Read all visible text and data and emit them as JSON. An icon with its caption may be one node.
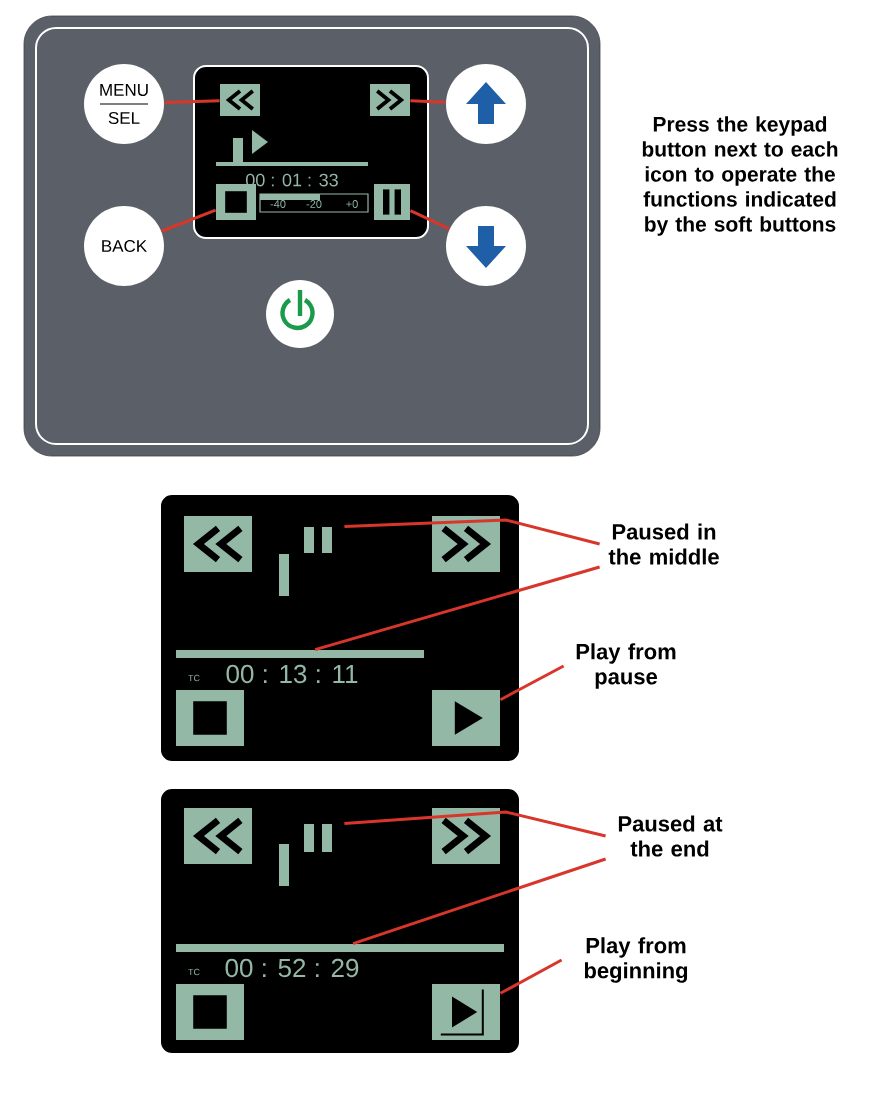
{
  "diagram": {
    "nodes": [
      {
        "text": [
          "MENU",
          "SEL"
        ]
      },
      {
        "text": [],
        "shape": "box"
      },
      {
        "text": [],
        "shape": "box"
      },
      {
        "text": [],
        "shape": "circle"
      },
      {
        "text": [
          "BACK"
        ]
      },
      {
        "text": [],
        "shape": "box"
      },
      {
        "text": [],
        "shape": "box"
      },
      {
        "text": [],
        "shape": "circle"
      },
      {
        "text": [
          "Paused in the middle"
        ]
      },
      {
        "text": [],
        "shape": "bar"
      },
      {
        "text": [],
        "shape": "bar"
      },
      {
        "text": [
          "Play from pause"
        ]
      },
      {
        "text": [],
        "shape": "box"
      },
      {
        "text": [
          "Paused at the end"
        ]
      },
      {
        "text": [],
        "shape": "bar"
      },
      {
        "text": [],
        "shape": "bar"
      },
      {
        "text": [
          "Play from beginning"
        ]
      },
      {
        "text": [],
        "shape": "box"
      },
      {
        "text": [],
        "shape": "box"
      },
      {
        "text": [],
        "shape": "box"
      },
      {
        "text": [],
        "shape": "box"
      },
      {
        "text": [],
        "shape": "box"
      },
      {
        "text": [],
        "shape": "box"
      },
      {
        "text": [],
        "shape": "box"
      }
    ],
    "edges": [
      {
        "from": 0,
        "to": 1,
        "arrow": "none"
      },
      {
        "from": 2,
        "to": 3,
        "arrow": "none"
      },
      {
        "from": 4,
        "to": 5,
        "arrow": "none"
      },
      {
        "from": 6,
        "to": 7,
        "arrow": "none"
      },
      {
        "from": 8,
        "to": 9,
        "arrow": "none"
      },
      {
        "from": 8,
        "to": 10,
        "arrow": "none"
      },
      {
        "from": 11,
        "to": 12,
        "arrow": "none"
      },
      {
        "from": 13,
        "to": 14,
        "arrow": "none"
      },
      {
        "from": 13,
        "to": 15,
        "arrow": "none"
      },
      {
        "from": 16,
        "to": 17,
        "arrow": "none"
      }
    ],
    "labels": [
      "Press the keypad button next to each icon to operate the functions indicated by the soft buttons",
      "00 : 01 : 33",
      "-40",
      "-20",
      "+0",
      "TC",
      "00 : 13 : 11",
      "TC",
      "00 : 52 : 29"
    ]
  }
}
